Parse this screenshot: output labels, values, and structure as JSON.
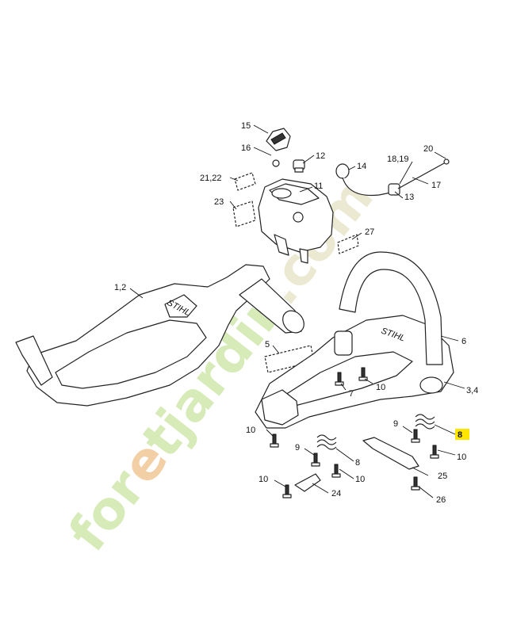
{
  "diagram": {
    "labels": [
      {
        "id": "p15",
        "text": "15"
      },
      {
        "id": "p16",
        "text": "16"
      },
      {
        "id": "p12",
        "text": "12"
      },
      {
        "id": "p14",
        "text": "14"
      },
      {
        "id": "p18_19",
        "text": "18,19"
      },
      {
        "id": "p20",
        "text": "20"
      },
      {
        "id": "p21_22",
        "text": "21,22"
      },
      {
        "id": "p11",
        "text": "11"
      },
      {
        "id": "p17",
        "text": "17"
      },
      {
        "id": "p23",
        "text": "23"
      },
      {
        "id": "p13",
        "text": "13"
      },
      {
        "id": "p27",
        "text": "27"
      },
      {
        "id": "p1_2",
        "text": "1,2"
      },
      {
        "id": "p6",
        "text": "6"
      },
      {
        "id": "p5",
        "text": "5"
      },
      {
        "id": "p7",
        "text": "7"
      },
      {
        "id": "p10a",
        "text": "10"
      },
      {
        "id": "p3_4",
        "text": "3,4"
      },
      {
        "id": "p9a",
        "text": "9"
      },
      {
        "id": "p8a",
        "text": "8"
      },
      {
        "id": "p10b",
        "text": "10"
      },
      {
        "id": "p9b",
        "text": "9"
      },
      {
        "id": "p10c",
        "text": "10"
      },
      {
        "id": "p8b",
        "text": "8"
      },
      {
        "id": "p10d",
        "text": "10"
      },
      {
        "id": "p10e",
        "text": "10"
      },
      {
        "id": "p25",
        "text": "25"
      },
      {
        "id": "p24",
        "text": "24"
      },
      {
        "id": "p26",
        "text": "26"
      }
    ],
    "brand_text": "STIHL",
    "watermark": "foretjardin.com",
    "highlight_color": "#ffe600"
  }
}
